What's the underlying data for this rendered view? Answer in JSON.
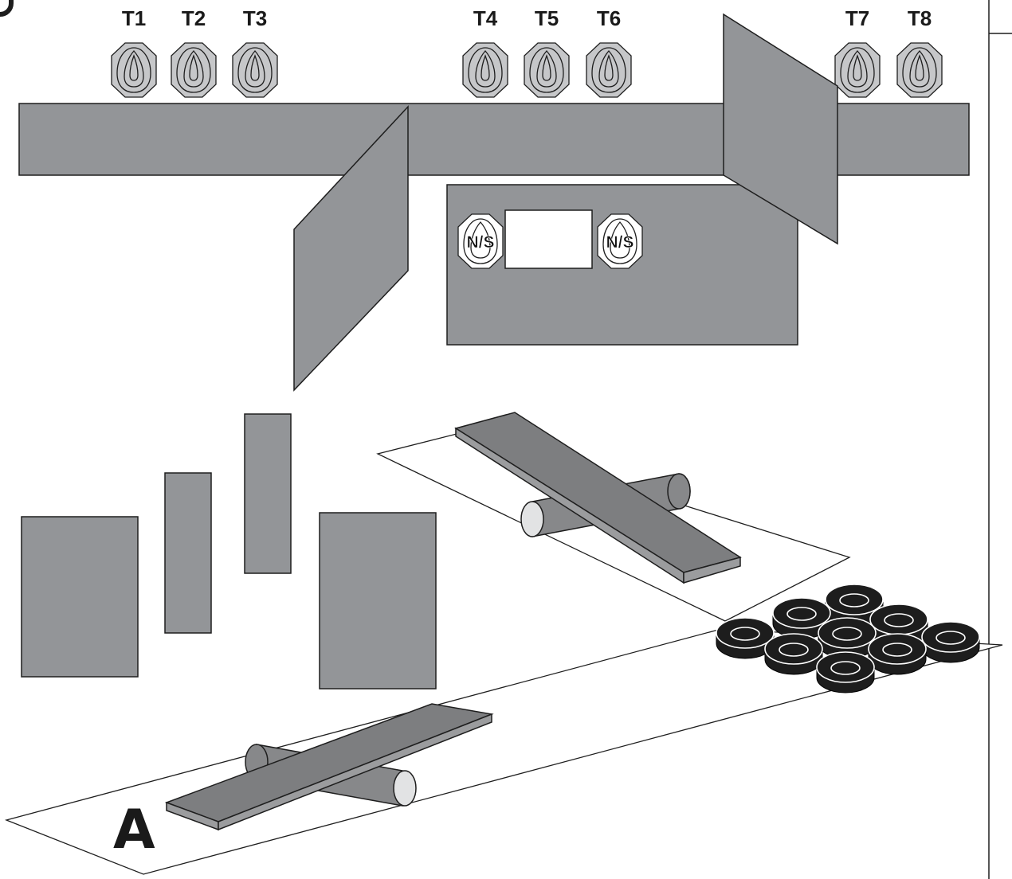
{
  "targets": [
    {
      "label": "T1"
    },
    {
      "label": "T2"
    },
    {
      "label": "T3"
    },
    {
      "label": "T4"
    },
    {
      "label": "T5"
    },
    {
      "label": "T6"
    },
    {
      "label": "T7"
    },
    {
      "label": "T8"
    }
  ],
  "no_shoot_targets": [
    {
      "label": "N/S"
    },
    {
      "label": "N/S"
    }
  ],
  "start_position": {
    "label": "A"
  },
  "tire_count": 9,
  "colors": {
    "wall": "#939598",
    "plank": "#7d7e80",
    "target": "#c6c7c9",
    "tire": "#1d1d1d"
  }
}
